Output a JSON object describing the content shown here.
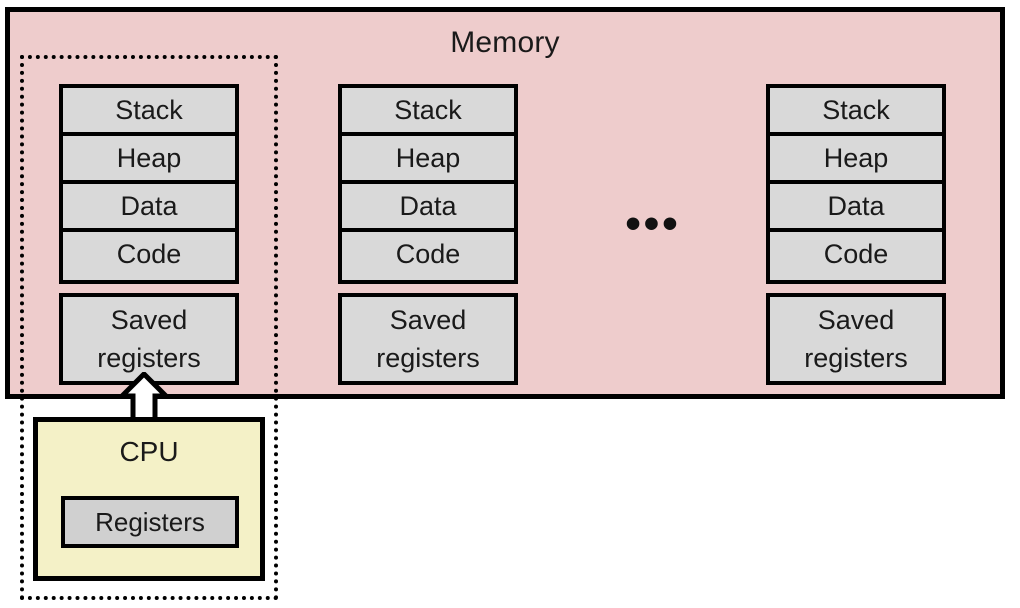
{
  "diagram": {
    "title": "Memory",
    "memory": {
      "label": "Memory",
      "fill_color": "#eecccc",
      "border_color": "#000000",
      "processes": [
        {
          "id": "process-1",
          "segments": [
            "Stack",
            "Heap",
            "Data",
            "Code"
          ],
          "saved_registers": {
            "line1": "Saved",
            "line2": "registers"
          }
        },
        {
          "id": "process-2",
          "segments": [
            "Stack",
            "Heap",
            "Data",
            "Code"
          ],
          "saved_registers": {
            "line1": "Saved",
            "line2": "registers"
          }
        },
        {
          "id": "process-n",
          "segments": [
            "Stack",
            "Heap",
            "Data",
            "Code"
          ],
          "saved_registers": {
            "line1": "Saved",
            "line2": "registers"
          }
        }
      ],
      "ellipsis": "•••"
    },
    "cpu": {
      "label": "CPU",
      "fill_color": "#f4f1c7",
      "registers_label": "Registers",
      "registers_fill_color": "#d0d0d0"
    },
    "arrow": {
      "name": "context-save-arrow",
      "direction": "up",
      "fill_color": "#ffffff",
      "stroke_color": "#000000"
    },
    "boundary": {
      "name": "active-process-boundary",
      "style": "dotted",
      "color": "#000000"
    },
    "segment_fill_color": "#d9d9d9"
  }
}
